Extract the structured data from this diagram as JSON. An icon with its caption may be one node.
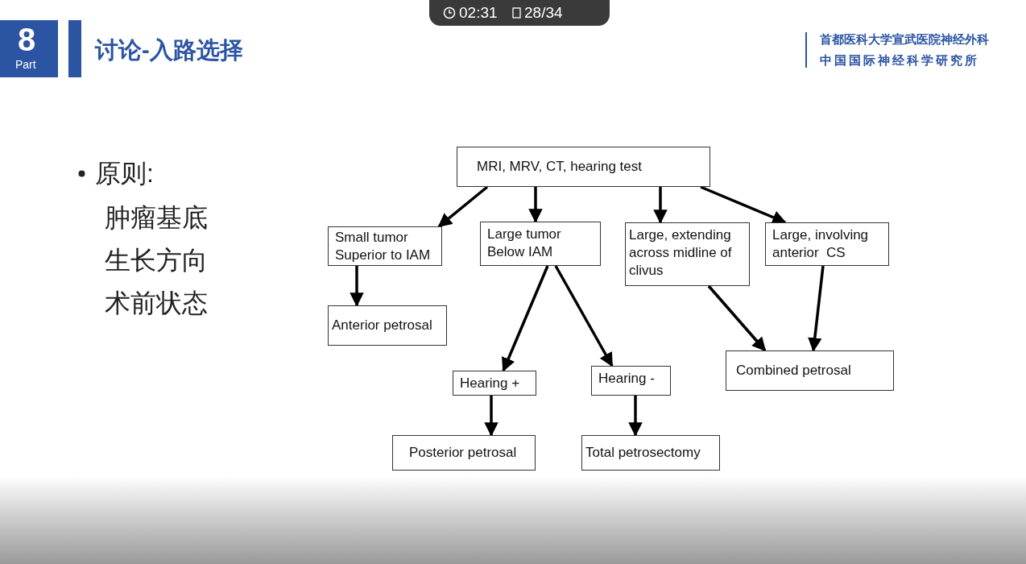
{
  "diagram": {
    "title": "讨论-入路选择",
    "nodes": [
      {
        "text": [
          "MRI, MRV, CT, hearing test"
        ]
      },
      {
        "text": [
          "Small tumor Superior to IAM"
        ]
      },
      {
        "text": [
          "Large tumor Below IAM"
        ]
      },
      {
        "text": [
          "Large, extending across midline of clivus"
        ]
      },
      {
        "text": [
          "Large, involving anterior  CS"
        ]
      },
      {
        "text": [
          "Anterior petrosal"
        ]
      },
      {
        "text": [
          "Hearing +"
        ]
      },
      {
        "text": [
          "Hearing -"
        ]
      },
      {
        "text": [
          "Combined petrosal"
        ]
      },
      {
        "text": [
          "Posterior petrosal"
        ]
      },
      {
        "text": [
          "Total petrosectomy"
        ]
      }
    ],
    "edges": [
      {
        "from": 0,
        "to": 1,
        "arrow": "to"
      },
      {
        "from": 0,
        "to": 2,
        "arrow": "to"
      },
      {
        "from": 0,
        "to": 3,
        "arrow": "to"
      },
      {
        "from": 0,
        "to": 4,
        "arrow": "to"
      },
      {
        "from": 1,
        "to": 5,
        "arrow": "to"
      },
      {
        "from": 2,
        "to": 6,
        "arrow": "to"
      },
      {
        "from": 2,
        "to": 7,
        "arrow": "to"
      },
      {
        "from": 3,
        "to": 8,
        "arrow": "to"
      },
      {
        "from": 4,
        "to": 8,
        "arrow": "to"
      },
      {
        "from": 6,
        "to": 9,
        "arrow": "to"
      },
      {
        "from": 7,
        "to": 10,
        "arrow": "to"
      }
    ],
    "labels": [
      "02:31",
      "28/34",
      "8",
      "Part",
      "首都医科大学宣武医院神经外科",
      "中国国际神经科学研究所",
      "原则:",
      "肿瘤基底",
      "生长方向",
      "术前状态"
    ]
  }
}
